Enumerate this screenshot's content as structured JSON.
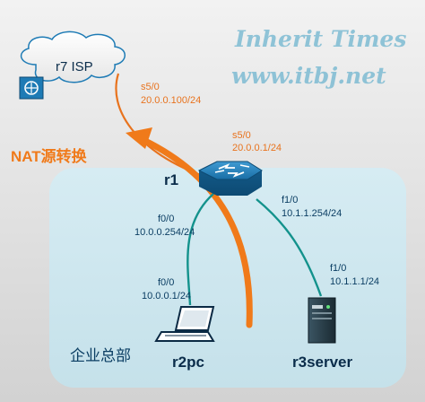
{
  "watermark": {
    "line1": "Inherit Times",
    "line2": "www.itbj.net"
  },
  "isp": {
    "name": "r7 ISP",
    "iface": "s5/0",
    "ip": "20.0.0.100/24"
  },
  "nat": {
    "label": "NAT源转换"
  },
  "r1": {
    "name": "r1",
    "s50_iface": "s5/0",
    "s50_ip": "20.0.0.1/24",
    "f00_iface": "f0/0",
    "f00_ip": "10.0.0.254/24",
    "f10_iface": "f1/0",
    "f10_ip": "10.1.1.254/24"
  },
  "pc": {
    "name": "r2pc",
    "iface": "f0/0",
    "ip": "10.0.0.1/24"
  },
  "server": {
    "name": "r3server",
    "iface": "f1/0",
    "ip": "10.1.1.1/24"
  },
  "hq": {
    "label": "企业总部"
  },
  "colors": {
    "background_top": "#efefef",
    "background_bottom": "#d4d4d4",
    "hq_area": "#cfe6ee",
    "link_isp": "#e8731e",
    "link_lan": "#13928c",
    "nat_arrow": "#f07a1a",
    "router": "#1e7bb5"
  }
}
